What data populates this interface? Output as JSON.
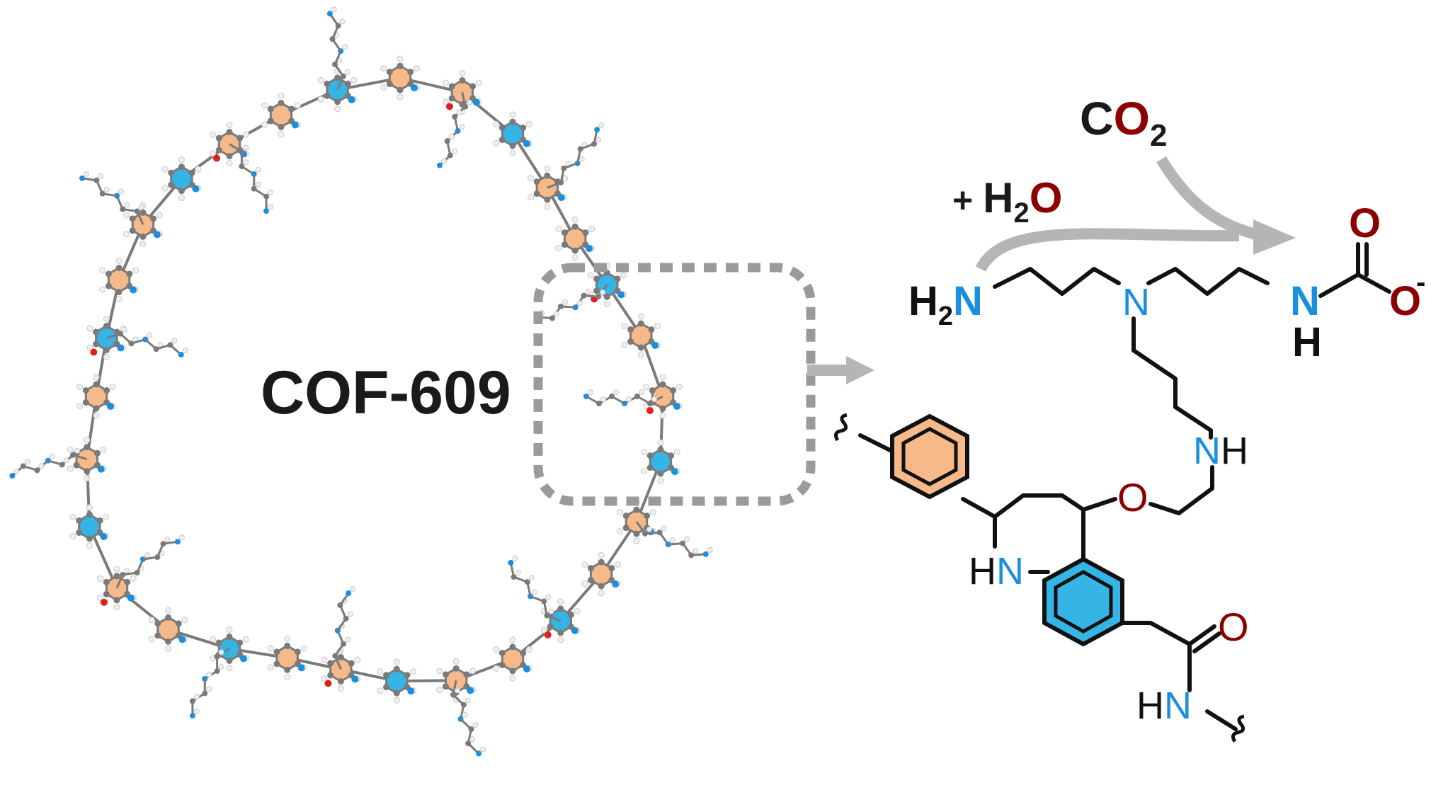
{
  "framework": {
    "name": "COF-609"
  },
  "reaction": {
    "reagent_co2": {
      "c": "C",
      "o": "O",
      "sub": "2"
    },
    "reagent_water": {
      "plus": "+ ",
      "h": "H",
      "sub": "2",
      "o": "O"
    }
  },
  "amine_chain": {
    "terminal_amine": {
      "h": "H",
      "sub": "2",
      "n": "N"
    },
    "tertiary_n": "N",
    "carbamate_n": "N",
    "carbamate_h": "H",
    "carbonyl_o": "O",
    "anion_o": "O",
    "charge": "-",
    "secondary_amine": {
      "n": "N",
      "h": "H"
    },
    "ether_o": "O"
  },
  "linker": {
    "ring_nh": {
      "h": "H",
      "n": "N"
    },
    "amide_o": "O",
    "amide_nh": {
      "h": "H",
      "n": "N"
    }
  },
  "colors": {
    "nitrogen": "#1a8fe0",
    "oxygen": "#8b0000",
    "phenyl_fill": "#f5b98a",
    "benzene_fill": "#35b4e6",
    "arrow_gray": "#b5b5b5",
    "dash_gray": "#9a9a9a",
    "carbon_atom": "#7a7a7a",
    "hydrogen_atom": "#f0f0f0",
    "oxygen_atom": "#e0201b"
  }
}
